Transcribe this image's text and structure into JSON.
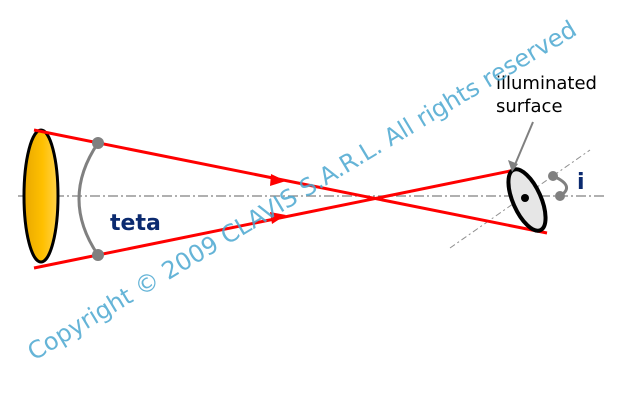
{
  "labels": {
    "teta": "teta",
    "i": "i",
    "surface_line1": "illuminated",
    "surface_line2": "surface"
  },
  "watermark": {
    "text": "Copyright © 2009 CLAVIS S.A.R.L. All rights reserved"
  },
  "colors": {
    "ray": "#ff0000",
    "lens_fill": "#ffc000",
    "lens_stroke": "#000000",
    "arc": "#808080",
    "axis": "#808080",
    "label_dark_blue": "#0b2a6f",
    "watermark": "#4aa7d0",
    "surface_fill": "#e6e6e6"
  }
}
